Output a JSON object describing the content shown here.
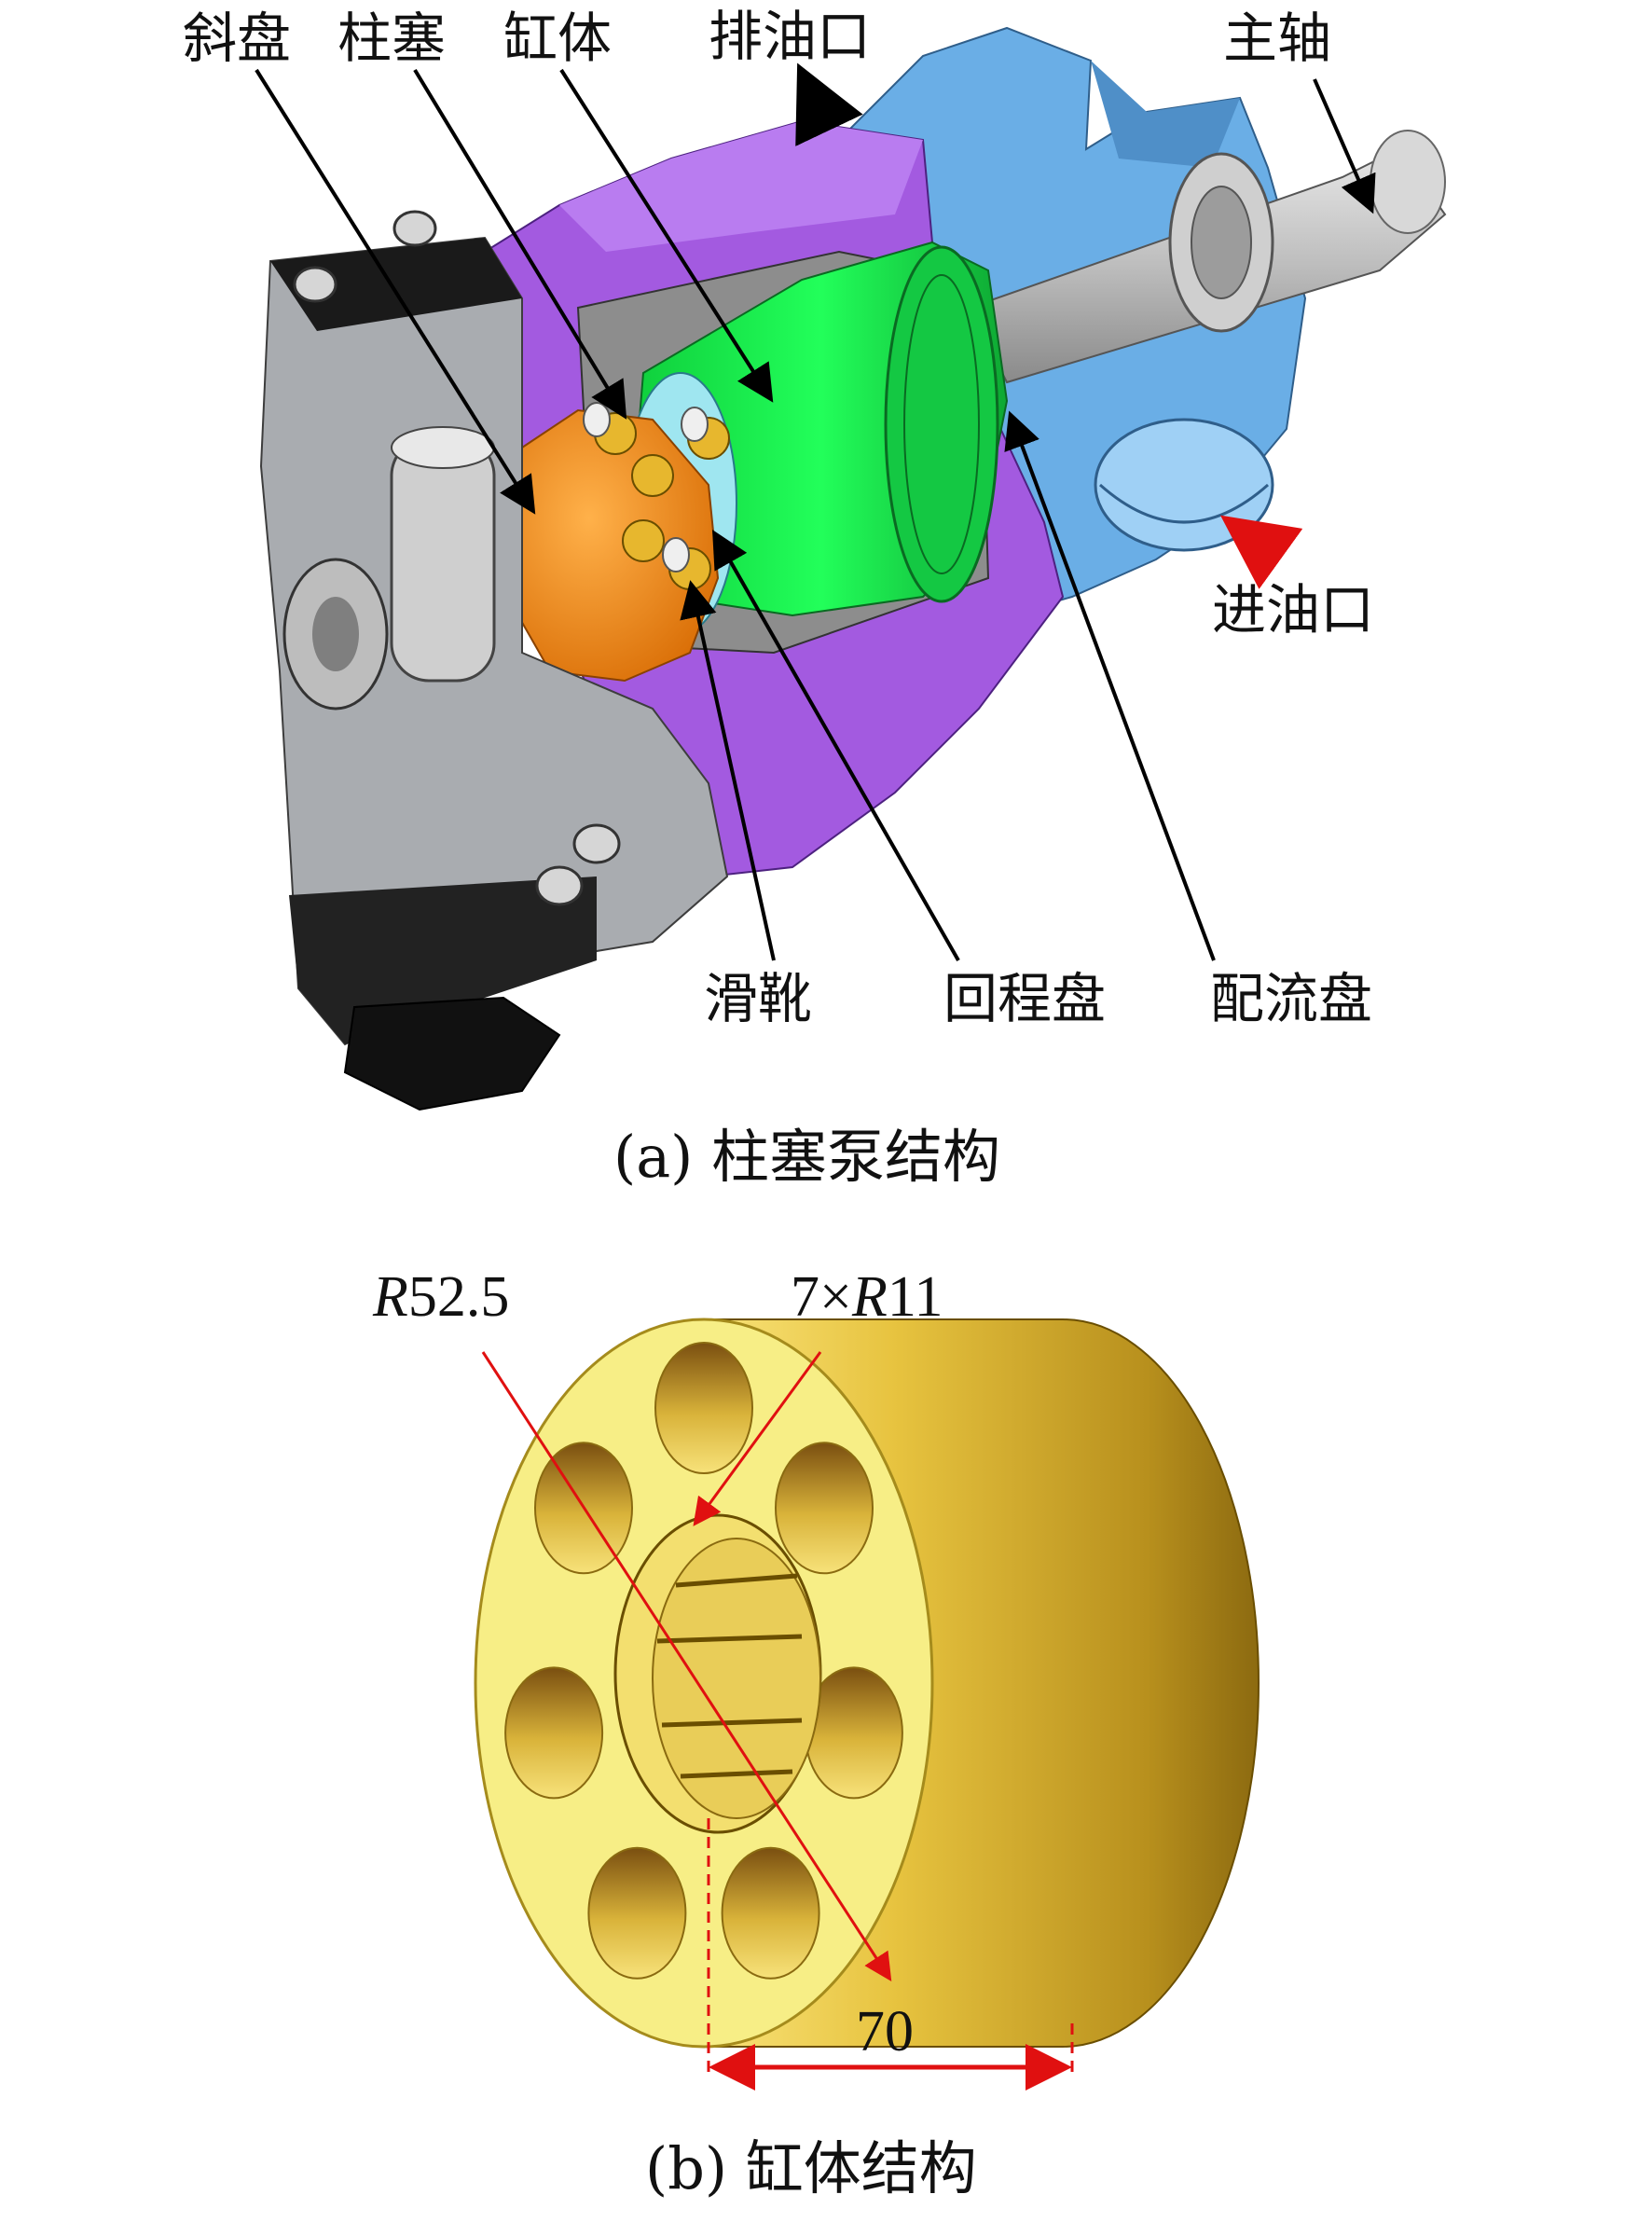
{
  "figure_a": {
    "caption": "(a) 柱塞泵结构",
    "labels": {
      "swashplate": "斜盘",
      "plunger": "柱塞",
      "cylinder": "缸体",
      "outlet": "排油口",
      "shaft": "主轴",
      "inlet": "进油口",
      "slipper": "滑靴",
      "return_plate": "回程盘",
      "valve_plate": "配流盘"
    }
  },
  "figure_b": {
    "caption": "(b) 缸体结构",
    "dim_radius": {
      "prefix": "R",
      "value": "52.5"
    },
    "dim_bores": {
      "count": "7×",
      "prefix": "R",
      "value": "11"
    },
    "dim_length": "70",
    "bore_count": 7
  },
  "colors": {
    "housing_blue": "#6aaee6",
    "housing_purple": "#a35ae0",
    "cylinder_green": "#16e04a",
    "swashplate_orange": "#f08a1a",
    "frame_gray": "#a9acb0",
    "cylinder_yellow": "#f7ee86",
    "dimension_red": "#e01010",
    "arrow_purple": "#7a3fd0"
  }
}
